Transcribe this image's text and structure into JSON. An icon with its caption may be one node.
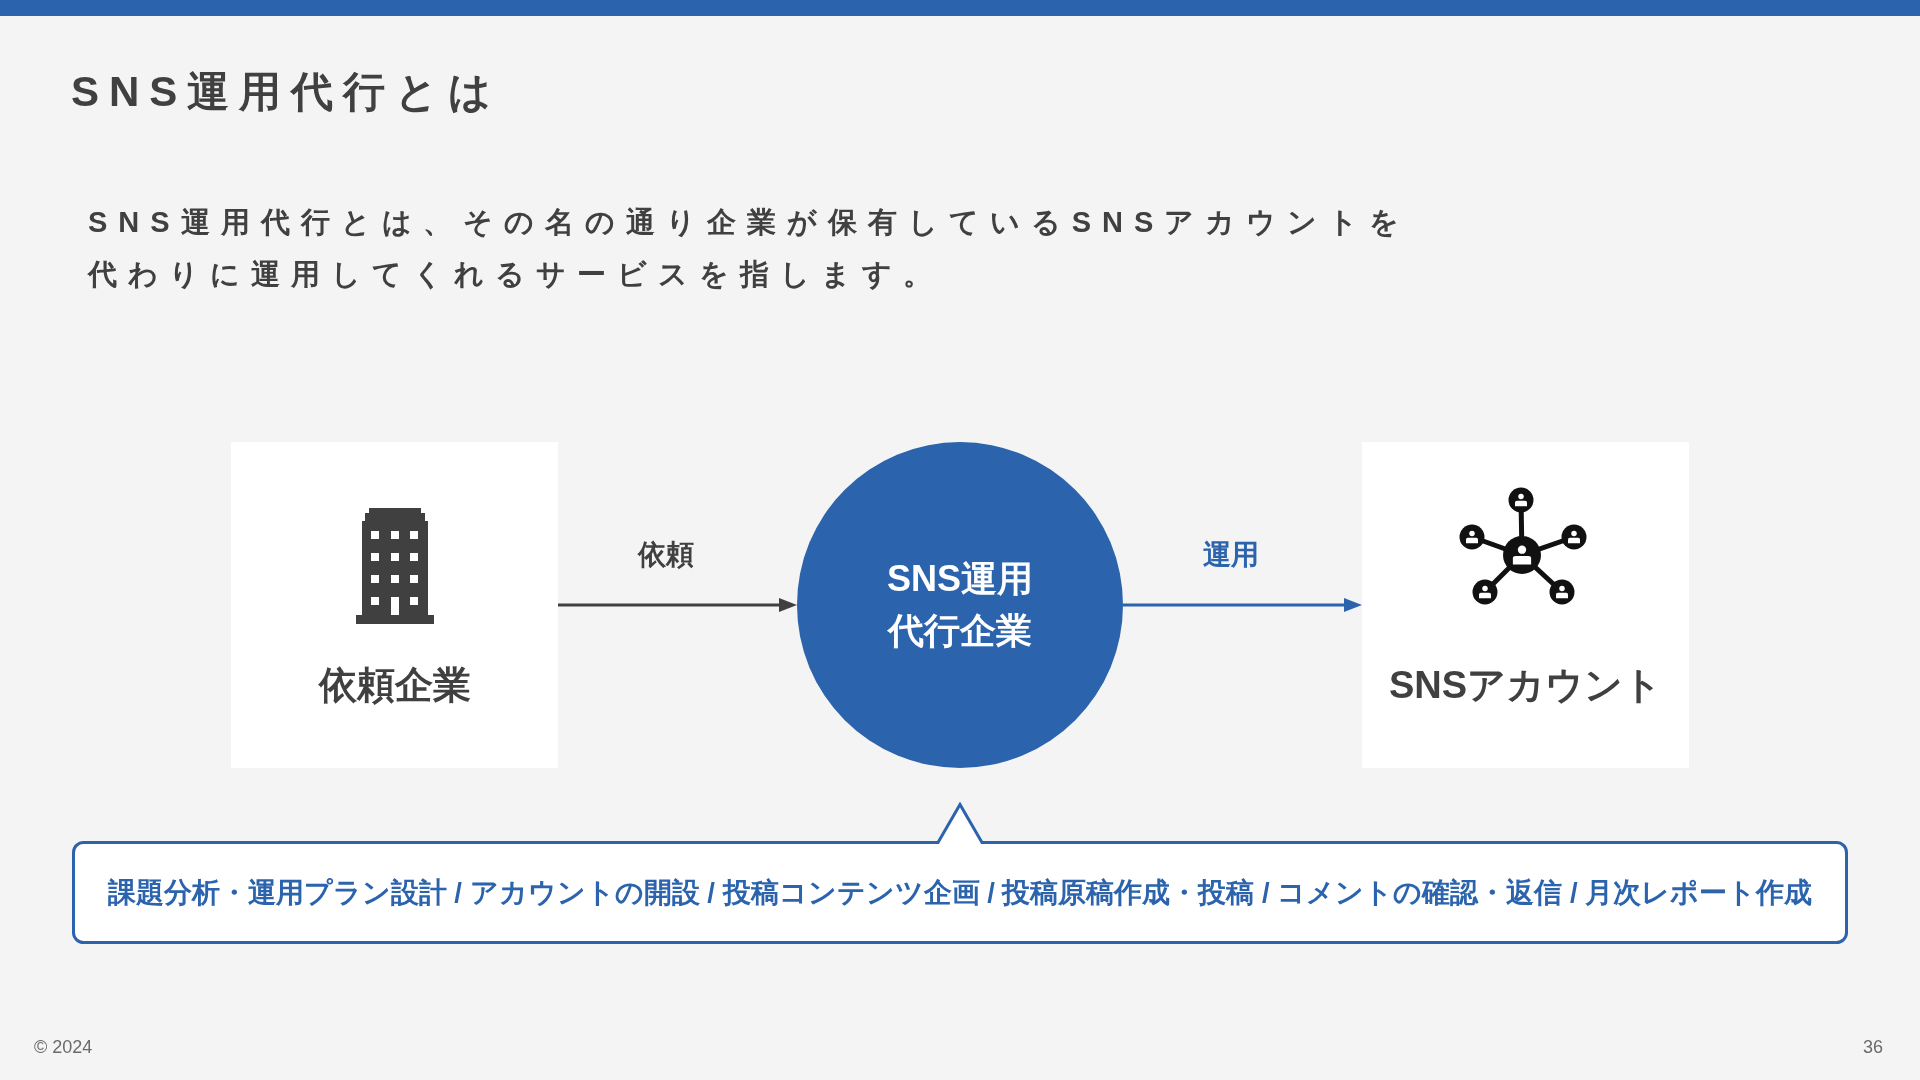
{
  "diagram": {
    "title": "SNS運用代行とは",
    "nodes": [
      {
        "text": [
          "依頼企業"
        ]
      },
      {
        "text": [
          "SNS運用代行企業"
        ]
      },
      {
        "text": [
          "SNSアカウント"
        ]
      },
      {
        "text": [
          "課題分析・運用プラン設計 / アカウントの開設 / 投稿コンテンツ企画 / 投稿原稿作成・投稿 / コメントの確認・返信 / 月次レポート作成"
        ]
      }
    ],
    "edges": [
      {
        "from": 0,
        "to": 1,
        "arrow": "to",
        "label": "依頼"
      },
      {
        "from": 1,
        "to": 2,
        "arrow": "to",
        "label": "運用",
        "color": "#2b63ad"
      }
    ],
    "labels": [
      "SNS運用代行とは、その名の通り企業が保有しているSNSアカウントを代わりに運用してくれるサービスを指します。",
      "© 2024",
      "36"
    ]
  }
}
